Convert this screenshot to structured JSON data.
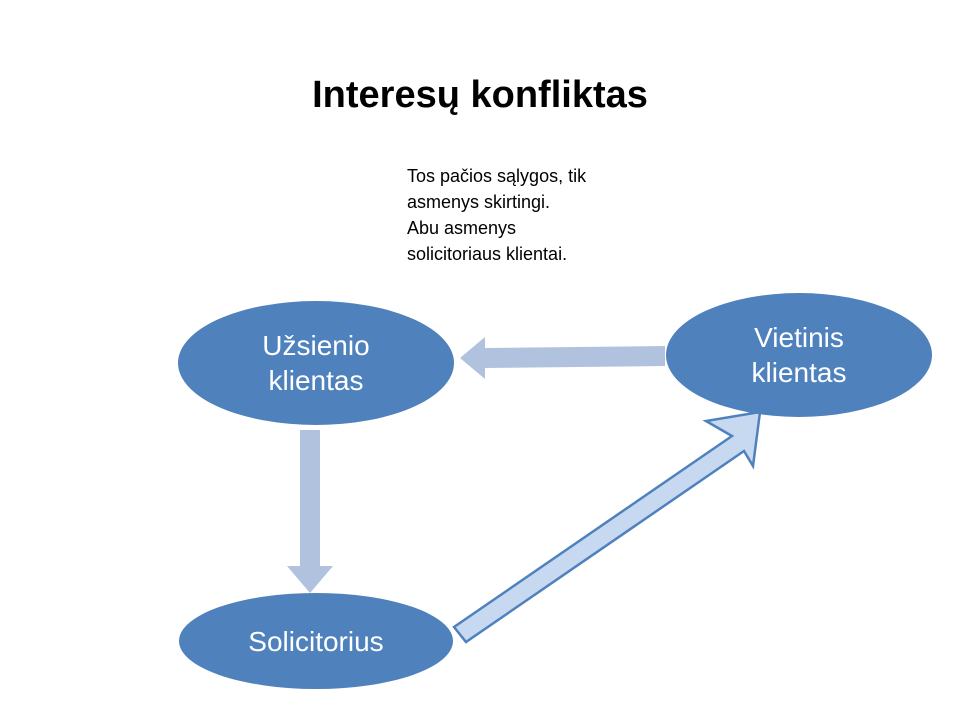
{
  "title": "Interesų konfliktas",
  "note": {
    "lines": [
      "Tos pačios sąlygos, tik",
      "asmenys skirtingi.",
      "Abu asmenys",
      "solicitoriaus klientai."
    ]
  },
  "nodes": {
    "foreign_client": {
      "lines": [
        "Užsienio",
        "klientas"
      ]
    },
    "local_client": {
      "lines": [
        "Vietinis",
        "klientas"
      ]
    },
    "solicitor": {
      "lines": [
        "Solicitorius"
      ]
    }
  },
  "colors": {
    "node_fill": "#4f81bd",
    "node_text": "#ffffff",
    "arrow_muted": "#b0c2dd",
    "arrow_light": "#c6d9f1",
    "arrow_outline": "#4f81bd"
  }
}
